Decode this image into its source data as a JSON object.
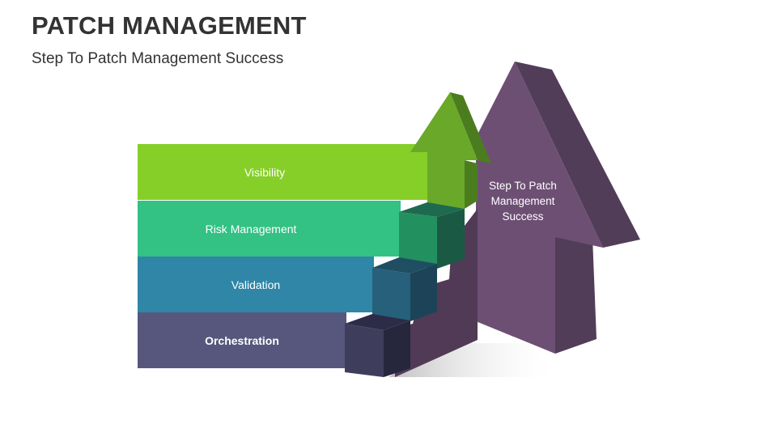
{
  "header": {
    "title": "PATCH MANAGEMENT",
    "subtitle": "Step To Patch Management Success"
  },
  "steps": [
    {
      "label": "Visibility",
      "color": "#86cf28"
    },
    {
      "label": "Risk Management",
      "color": "#33c184"
    },
    {
      "label": "Validation",
      "color": "#2f86a6"
    },
    {
      "label": "Orchestration",
      "color": "#57577d"
    }
  ],
  "house": {
    "label": "Step To Patch Management Success",
    "color": "#6d4f74",
    "shade_color": "#523d58"
  },
  "arrow": {
    "icon": "up-arrow-icon",
    "color": "#6aa829"
  }
}
